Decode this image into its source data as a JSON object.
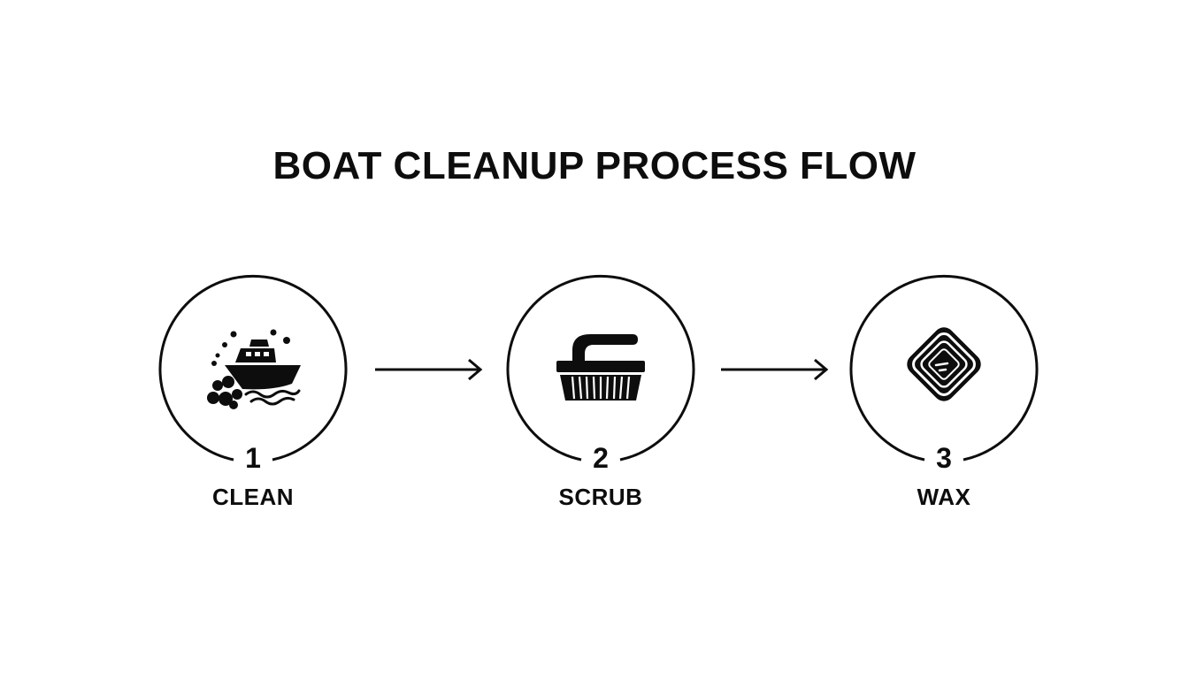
{
  "title": "BOAT CLEANUP PROCESS FLOW",
  "steps": [
    {
      "number": "1",
      "label": "CLEAN",
      "icon": "boat-with-bubbles-icon"
    },
    {
      "number": "2",
      "label": "SCRUB",
      "icon": "scrub-brush-icon"
    },
    {
      "number": "3",
      "label": "WAX",
      "icon": "wax-pad-icon"
    }
  ],
  "colors": {
    "ink": "#0d0d0d",
    "background": "#ffffff"
  }
}
